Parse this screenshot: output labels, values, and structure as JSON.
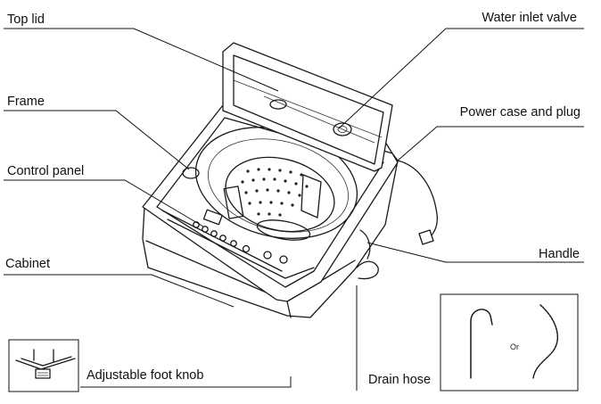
{
  "labels": {
    "top_lid": "Top lid",
    "water_inlet_valve": "Water inlet valve",
    "frame": "Frame",
    "power_case_and_plug": "Power case and plug",
    "control_panel": "Control panel",
    "cabinet": "Cabinet",
    "handle": "Handle",
    "adjustable_foot_knob": "Adjustable foot knob",
    "drain_hose": "Drain hose",
    "or": "Or"
  }
}
